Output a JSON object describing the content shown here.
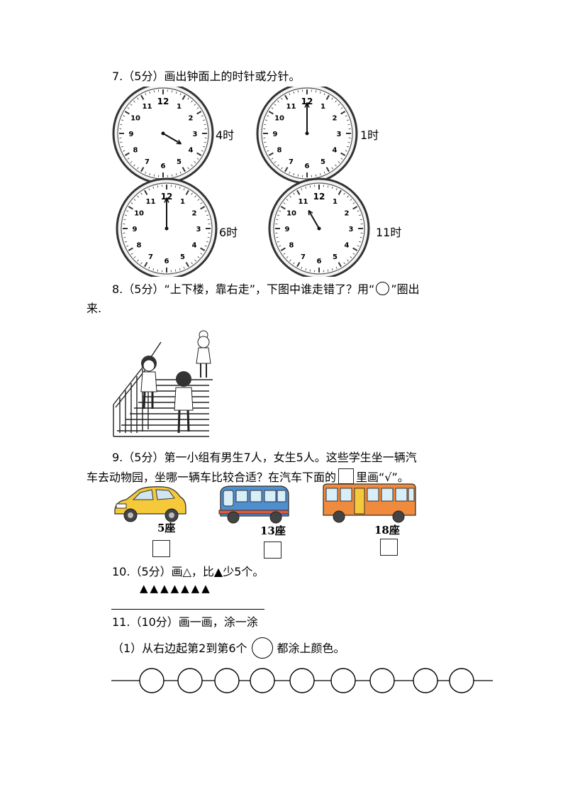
{
  "q7": {
    "prompt": "7.（5分）画出钟面上的时针或分针。",
    "clock_labels": [
      "4时",
      "1时",
      "6时",
      "11时"
    ],
    "clock_numbers": [
      "12",
      "1",
      "2",
      "3",
      "4",
      "5",
      "6",
      "7",
      "8",
      "9",
      "10",
      "11"
    ]
  },
  "q8": {
    "prompt_a": "8.（5分）“上下楼，靠右走”，下图中谁走错了？用“",
    "prompt_b": "”圈出",
    "prompt_c": "来."
  },
  "q9": {
    "prompt_a": "9.（5分）第一小组有男生7人，女生5人。这些学生坐一辆汽",
    "prompt_b": "车去动物园，坐哪一辆车比较合适？在汽车下面的",
    "prompt_c": "里画“√”。",
    "seats": [
      "5座",
      "13座",
      "18座"
    ]
  },
  "q10": {
    "prompt": "10.（5分）画△，比▲少5个。",
    "triangles": "▲▲▲▲▲▲▲"
  },
  "q11": {
    "prompt": "11.（10分）画一画，涂一涂",
    "sub1_a": "（1）从右边起第2到第6个",
    "sub1_b": "都涂上颜色。"
  }
}
